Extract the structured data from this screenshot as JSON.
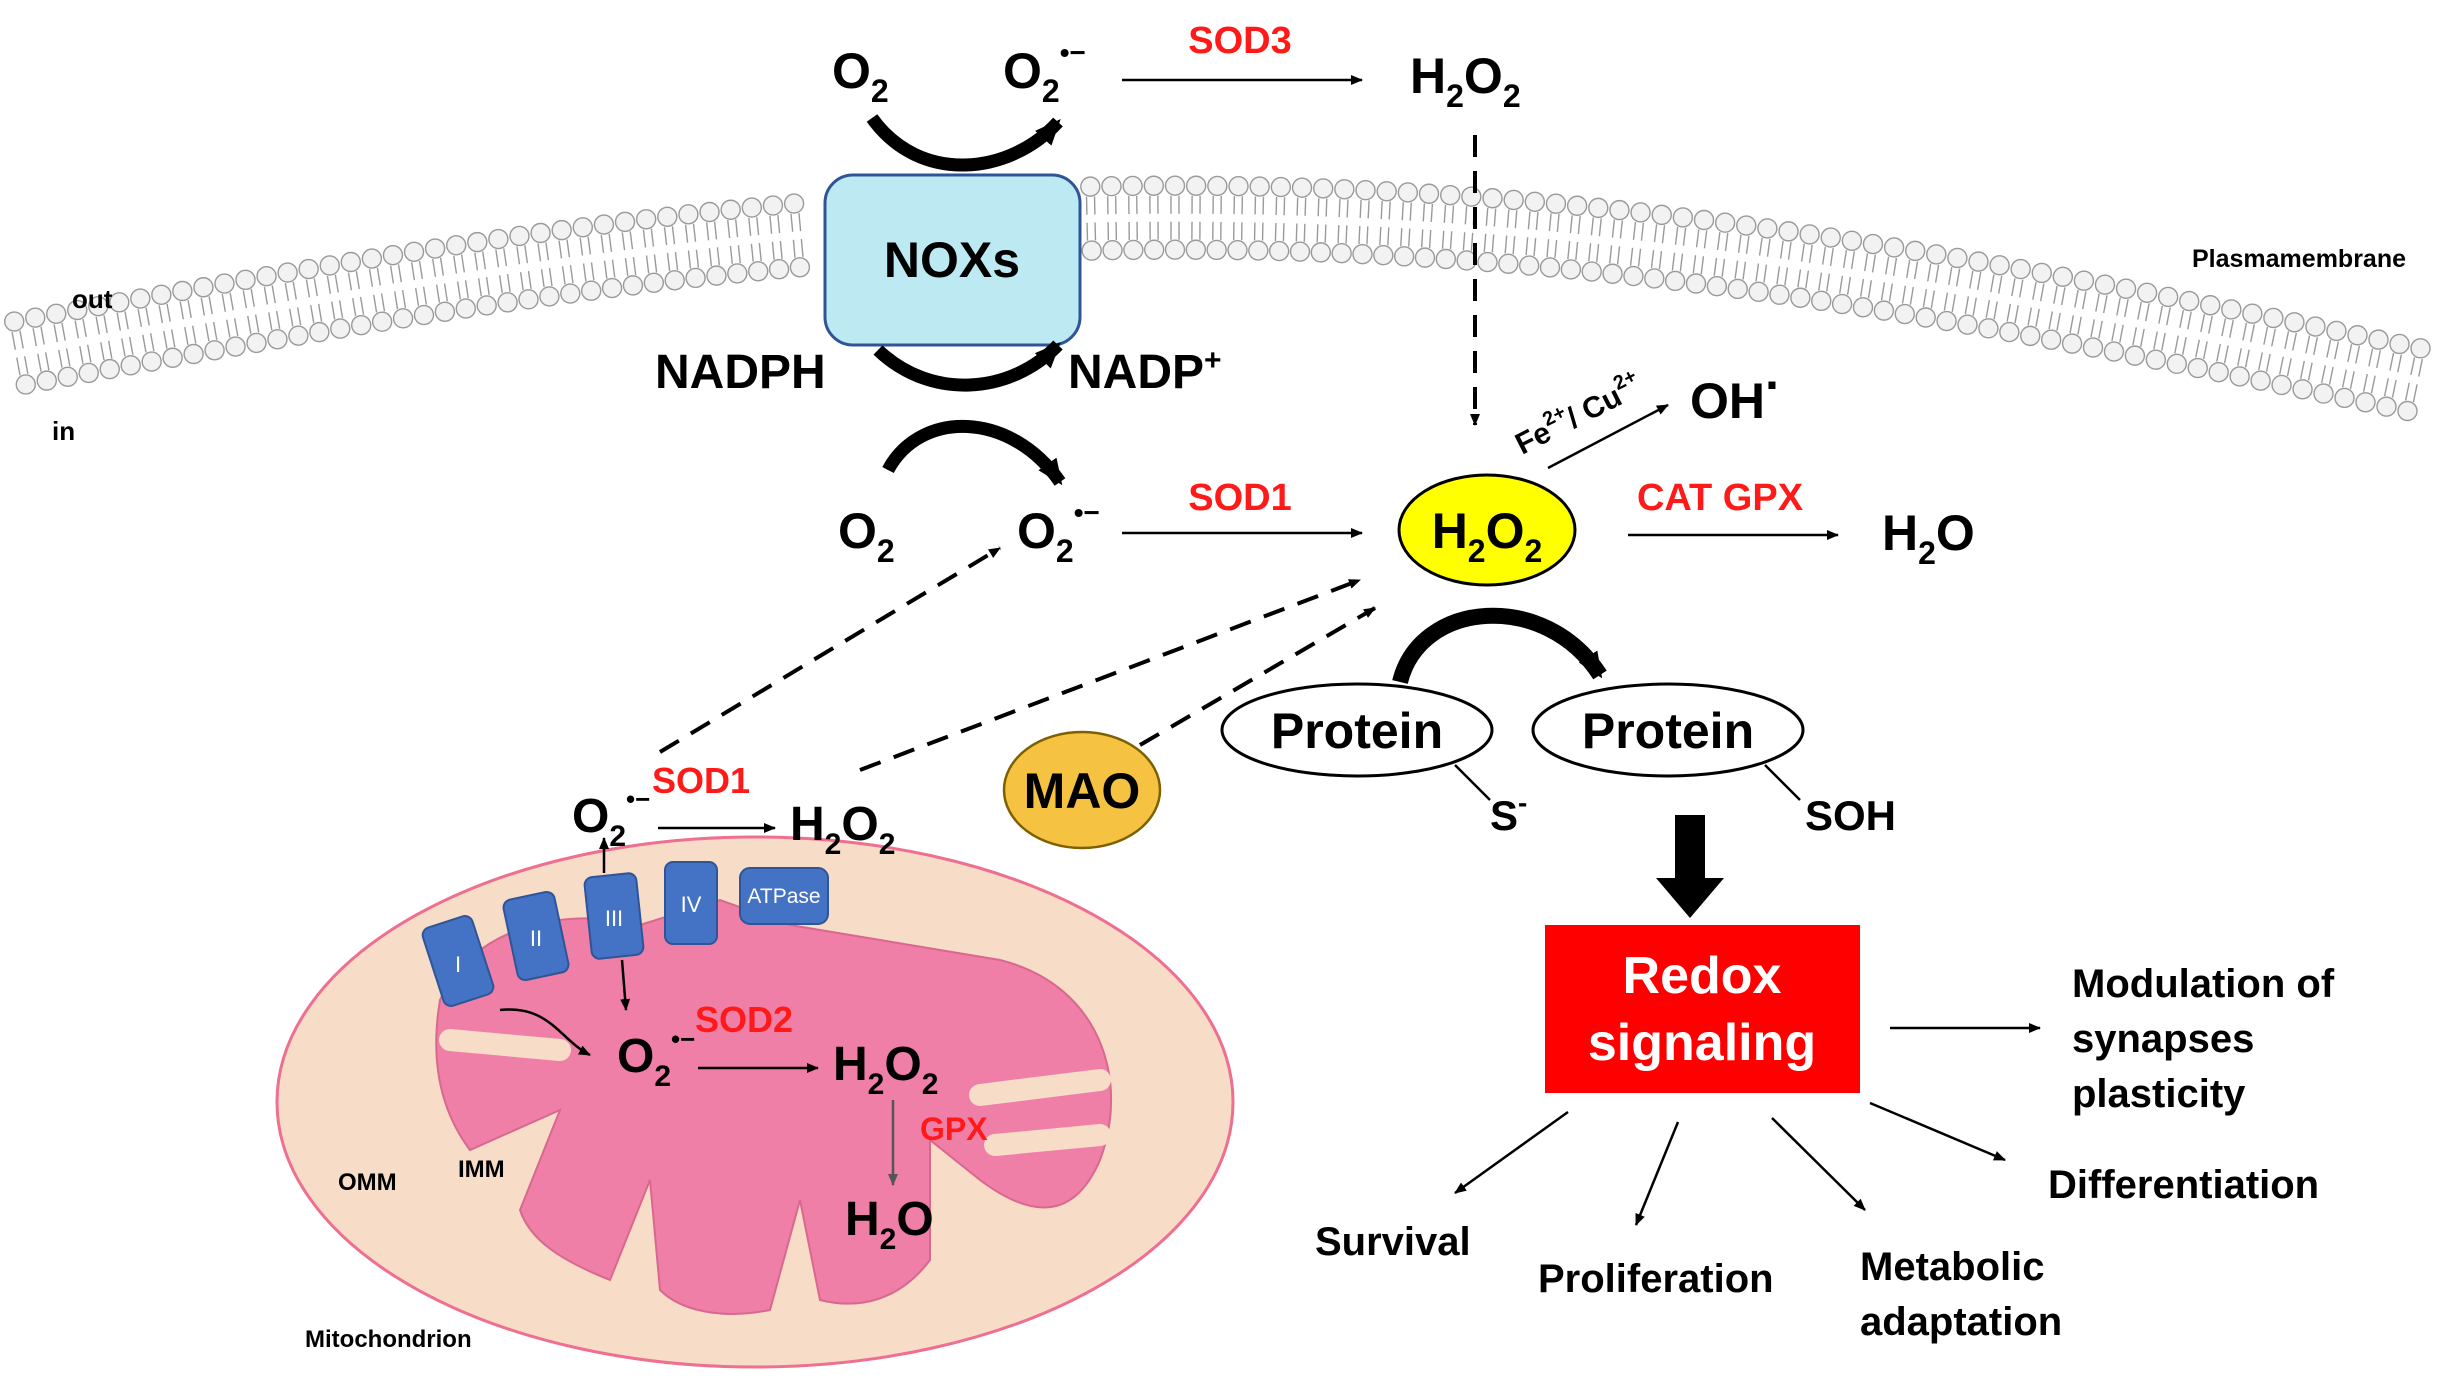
{
  "membrane": {
    "out_label": "out",
    "in_label": "in",
    "name_label": "Plasmamembrane"
  },
  "nox": {
    "label": "NOXs",
    "nadph": "NADPH",
    "nadp": "NADP",
    "nadp_sup": "+"
  },
  "species": {
    "o2": "O",
    "sub2": "2",
    "superoxide_sup": "•−",
    "h2o2_h": "H",
    "h2o2_o": "O",
    "h2o": "H",
    "h2o_o": "O",
    "oh": "OH",
    "oh_dot": "·",
    "s_minus": "S",
    "s_minus_sup": "-",
    "soh": "SOH"
  },
  "enzymes": {
    "sod3": "SOD3",
    "sod1_top": "SOD1",
    "cat_gpx": "CAT GPX",
    "metals": "Fe",
    "metal_sup1": "2+",
    "metal_sep": "/ Cu",
    "metal_sup2": "2+",
    "sod1_mito": "SOD1",
    "sod2": "SOD2",
    "gpx": "GPX",
    "mao": "MAO"
  },
  "protein": {
    "left": "Protein",
    "right": "Protein"
  },
  "mito": {
    "name": "Mitochondrion",
    "omm": "OMM",
    "imm": "IMM",
    "complexes": [
      "I",
      "II",
      "III",
      "IV",
      "ATPase"
    ]
  },
  "redox": {
    "line1": "Redox",
    "line2": "signaling",
    "color": "#ff0000"
  },
  "outcomes": {
    "modulation": [
      "Modulation of",
      "synapses",
      "plasticity"
    ],
    "differentiation": "Differentiation",
    "survival": "Survival",
    "proliferation": "Proliferation",
    "metabolic": [
      "Metabolic",
      "adaptation"
    ]
  },
  "colors": {
    "nox_fill": "#bdeaf2",
    "h2o2_fill": "#ffff00",
    "mao_fill": "#f5c242",
    "mito_outer": "#f7dcc8",
    "mito_inner": "#f07fa8",
    "complex_fill": "#4472c4",
    "enzyme_red": "#ff1a1a"
  }
}
